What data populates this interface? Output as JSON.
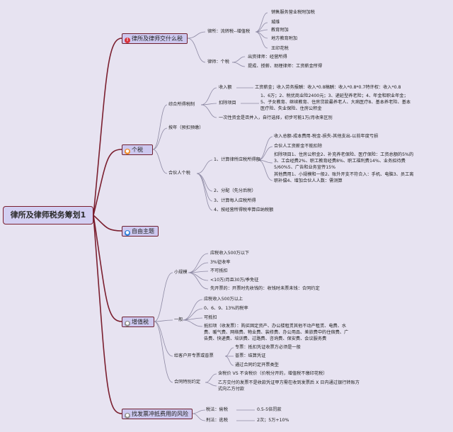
{
  "colors": {
    "background": "#e7e3f1",
    "branch": "#7b1f2f",
    "line": "#8e8aa4",
    "node_fill": "#cdc8ef",
    "icon_red": "#d8313a",
    "icon_orange": "#f08a24",
    "icon_blue": "#2f7fd8",
    "icon_gray": "#8d8d8d",
    "icon_green": "#2f9a64"
  },
  "root": {
    "label": "律所及律师税务筹划1"
  },
  "branches": [
    {
      "icon": "exclamation-icon",
      "label": "律所及律师交什么税"
    },
    {
      "icon": "orange-circle-icon",
      "label": "个税"
    },
    {
      "icon": "globe-icon",
      "label": "自由主题"
    },
    {
      "icon": "gray-circle-icon",
      "label": "增值税"
    },
    {
      "icon": "gray-circle-icon",
      "label": "找发票冲抵费用的风险"
    }
  ],
  "tax_types": {
    "firm": {
      "label": "律所：流转税--增值税",
      "items": [
        "销售服务营业税附加税",
        "城维",
        "教育附加",
        "地方教育附加",
        "王印花税"
      ]
    },
    "lawyer": {
      "label": "律师：个税",
      "items": [
        "出资律师：经营所得",
        "提成、授薪、助理律师：工资薪金所得"
      ]
    }
  },
  "iit": {
    "comprehensive": {
      "label": "综合所得税制",
      "income_label": "收入额",
      "income_text": "工资薪金；收入劳务报酬：收入*0.8稿酬：收入*0.8*0.7特许权：收入*0.8",
      "deduction_label": "扣除项目",
      "deduction_text": "1、6万；2、税优商业险2400元；3、递延型养老险；4、年金和职业年金；5、子女教育、继续教育、住房贷款最养老人、大病医疗8、基本养老险、基本医疗险、失业保险、住房公积金",
      "bonus_text": "一次性资金是否并入，自行选择，初步可能1万/月收来区别"
    },
    "annual_label": "按年（预扣预缴）",
    "partner": {
      "label": "合伙人个税",
      "step1": "1、计算律所应税所得额",
      "step1_items": [
        "收入总额-成本费用-税金-损失-其他支出-以前年度亏损",
        "合伙人工资薪金不能扣除",
        "扣除项目1、住房公积金2、补充养老保险、医疗保险：工资总额的5%的3、工会经费2%、职工教育经费8%、职工福利费14%、业务招待费5/60%5、广告和业务宣传15%",
        "其他费用1、小规模和一般2、账外开支不符合入：手机、电脑3、员工离职补偿4、增加合伙人人数：需测算"
      ],
      "step2": "2、分配（先分后税）",
      "step3": "3、计算每人应税所得",
      "step4": "4、按经营所得税率算应纳税额"
    }
  },
  "vat": {
    "small": {
      "label": "小规模",
      "items": [
        "应税收入500万以下",
        "3%征收率",
        "不可抵扣",
        "<10万/月且30万/季免征",
        "先开票的：开票时先收钱的：收钱时未票未钱：合同约定"
      ]
    },
    "general": {
      "label": "一般",
      "items": [
        "应税收入500万以上",
        "0、6、9、13%的税率",
        "可抵扣",
        "抵扣项（收发票）：购买固定资产、办公楼租赁其他不动产租赁、电费、水费、暖气费、网络费、物业费、装修费、办公用品、差旅费中的住宿费、广告费、快递费、培训费、过路费、咨询费、保安费、会议服务费"
      ]
    },
    "client": {
      "label": "给客户开专票或普票",
      "items": [
        "专票：抵扣凭证收票方必须是一般",
        "普票：结算凭证",
        "通过合同约定开票类型"
      ]
    },
    "contract": {
      "label": "合同特别约定",
      "items": [
        "含税价 VS 不含税价（价税分开的，增值税不缴印花税）",
        "乙方交付的发票不是收款凭证甲方需在收到发票后 X 日内通过银行转账方式向乙方付款"
      ]
    }
  },
  "risk": {
    "rows": [
      {
        "label": "税法：偷税",
        "value": "0.5-5倍罚款"
      },
      {
        "label": "刑法：逃税",
        "value": "2次；5万+10%"
      }
    ]
  }
}
